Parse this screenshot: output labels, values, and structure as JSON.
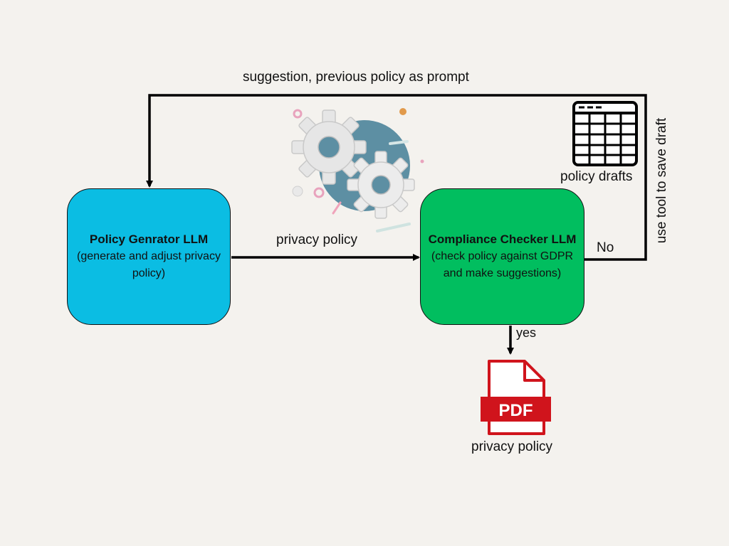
{
  "nodes": {
    "generator": {
      "title": "Policy Genrator LLM",
      "description": "(generate and adjust privacy policy)"
    },
    "checker": {
      "title": "Compliance Checker LLM",
      "description_line1": "(check policy against GDPR",
      "description_line2": "and make suggestions)"
    }
  },
  "edges": {
    "loop_label": "suggestion, previous policy as prompt",
    "flow_label": "privacy policy",
    "no_label": "No",
    "yes_label": "yes",
    "save_label": "use tool to save draft"
  },
  "icons": {
    "gears": "gears-illustration-icon",
    "table": "table-grid-icon",
    "pdf": "pdf-file-icon",
    "pdf_badge_text": "PDF"
  },
  "outputs": {
    "drafts_label": "policy drafts",
    "pdf_label": "privacy policy"
  },
  "colors": {
    "generator_fill": "#0bbde3",
    "checker_fill": "#01be5f",
    "pdf_red": "#d0141c",
    "background": "#f4f2ee",
    "gear_bg_circle": "#5d8fa3"
  }
}
